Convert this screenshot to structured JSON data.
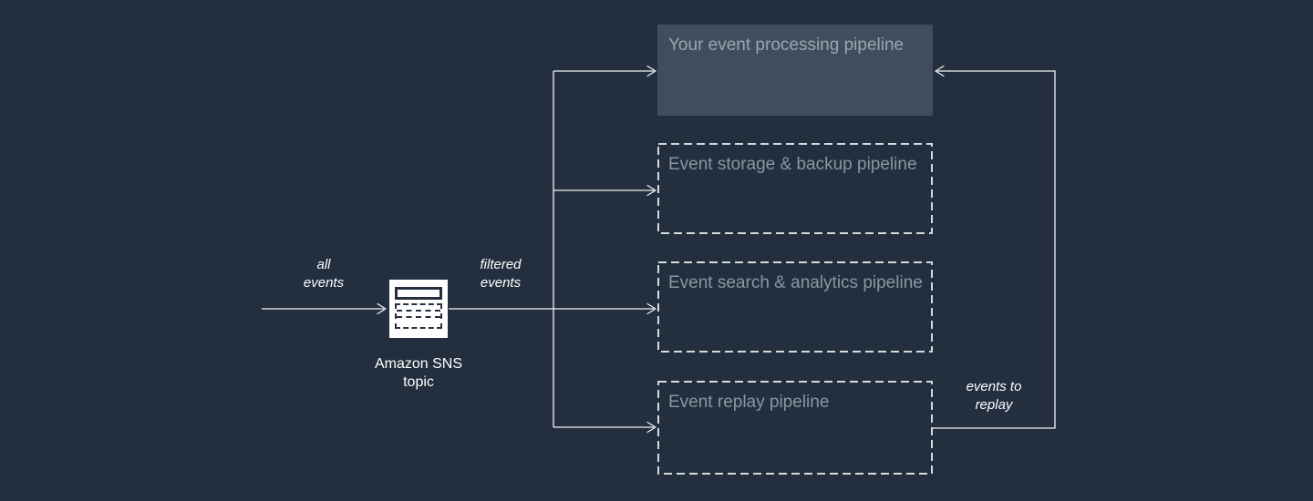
{
  "diagram": {
    "sns": {
      "icon": "sns-topic-icon",
      "label_lines": [
        "Amazon SNS",
        "topic"
      ]
    },
    "edge_labels": {
      "all_events": {
        "lines": [
          "all",
          "events"
        ]
      },
      "filtered_events": {
        "lines": [
          "filtered",
          "events"
        ]
      },
      "events_to_replay": {
        "lines": [
          "events to",
          "replay"
        ]
      }
    },
    "pipelines": [
      {
        "label": "Your event processing pipeline",
        "style": "solid"
      },
      {
        "label": "Event storage & backup pipeline",
        "style": "dashed"
      },
      {
        "label": "Event search & analytics pipeline",
        "style": "dashed"
      },
      {
        "label": "Event replay pipeline",
        "style": "dashed"
      }
    ],
    "colors": {
      "background": "#232f3e",
      "solid-box-fill": "#414d5c",
      "dashed-border": "#d5dbdb",
      "connector": "#f2f3f3",
      "solid-box-label": "#9aa5b1",
      "dashed-box-label": "#8b96a2",
      "label-text": "#ffffff",
      "icon-fg": "#232f3e",
      "icon-bg": "#ffffff"
    }
  }
}
